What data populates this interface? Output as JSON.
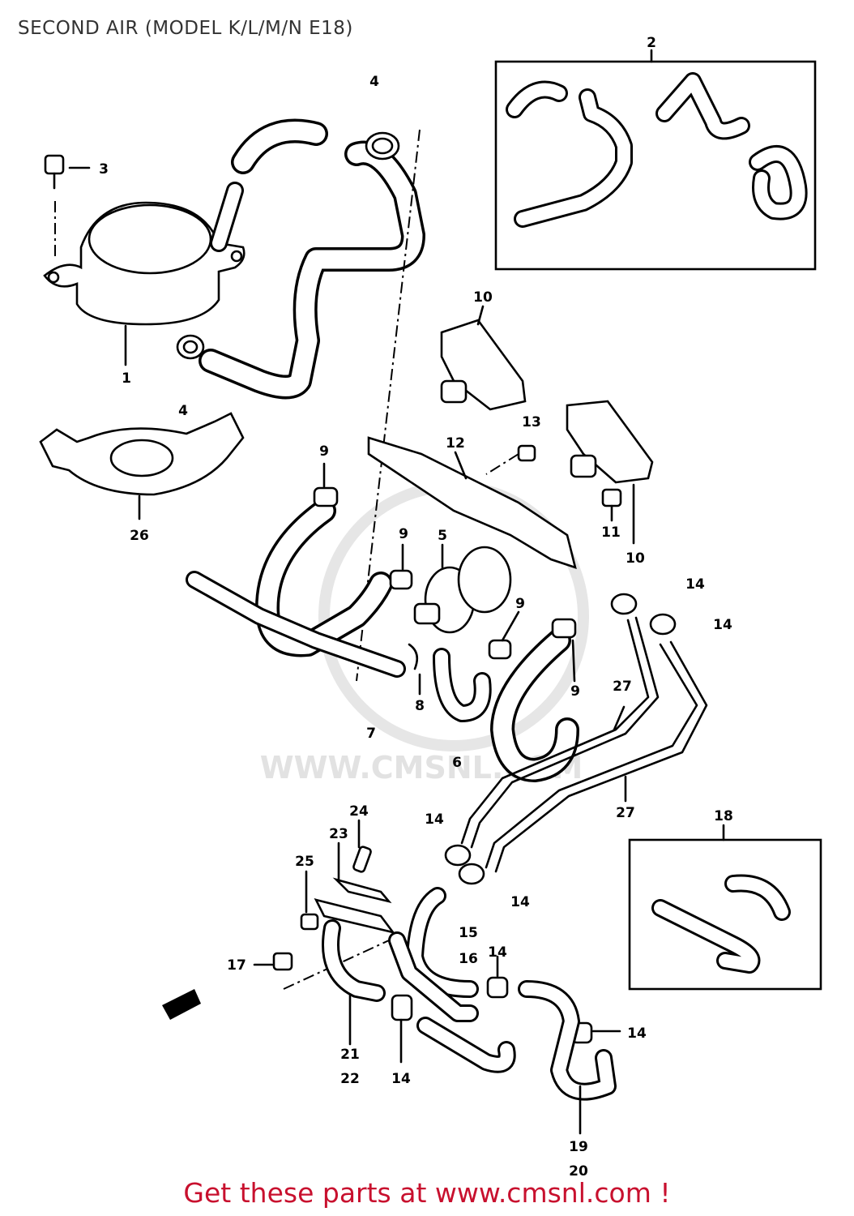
{
  "title": "SECOND AIR (MODEL K/L/M/N E18)",
  "footer": "Get these parts at www.cmsnl.com !",
  "watermark": "WWW.CMSNL.COM",
  "callouts": [
    "1",
    "2",
    "3",
    "4",
    "4",
    "5",
    "6",
    "7",
    "8",
    "9",
    "9",
    "9",
    "9",
    "10",
    "10",
    "11",
    "12",
    "13",
    "14",
    "14",
    "14",
    "14",
    "14",
    "14",
    "14",
    "15",
    "16",
    "17",
    "18",
    "19",
    "20",
    "21",
    "22",
    "23",
    "24",
    "25",
    "26",
    "27",
    "27"
  ],
  "colors": {
    "footer": "#c8102e",
    "title": "#333333",
    "line": "#000000"
  }
}
